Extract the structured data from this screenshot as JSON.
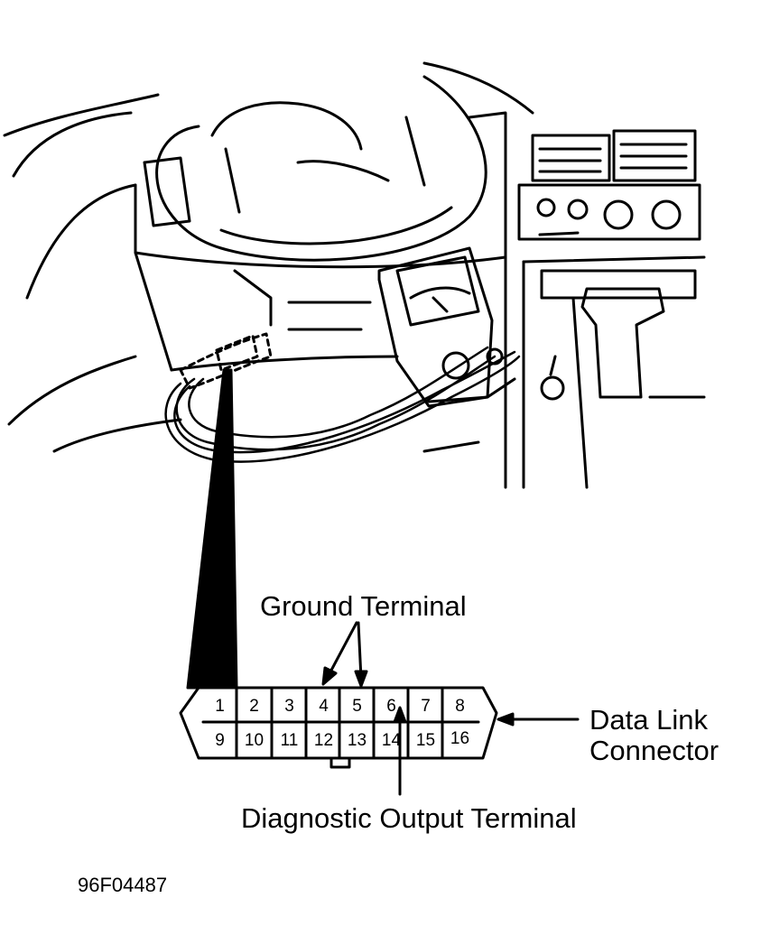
{
  "labels": {
    "ground_terminal": "Ground Terminal",
    "data_link_connector_line1": "Data Link",
    "data_link_connector_line2": "Connector",
    "diagnostic_output_terminal": "Diagnostic Output Terminal",
    "figure_code": "96F04487"
  },
  "connector": {
    "top_row": [
      "1",
      "2",
      "3",
      "4",
      "5",
      "6",
      "7",
      "8"
    ],
    "bottom_row": [
      "9",
      "10",
      "11",
      "12",
      "13",
      "14",
      "15",
      "16"
    ]
  },
  "colors": {
    "ink": "#000000",
    "paper": "#ffffff"
  }
}
